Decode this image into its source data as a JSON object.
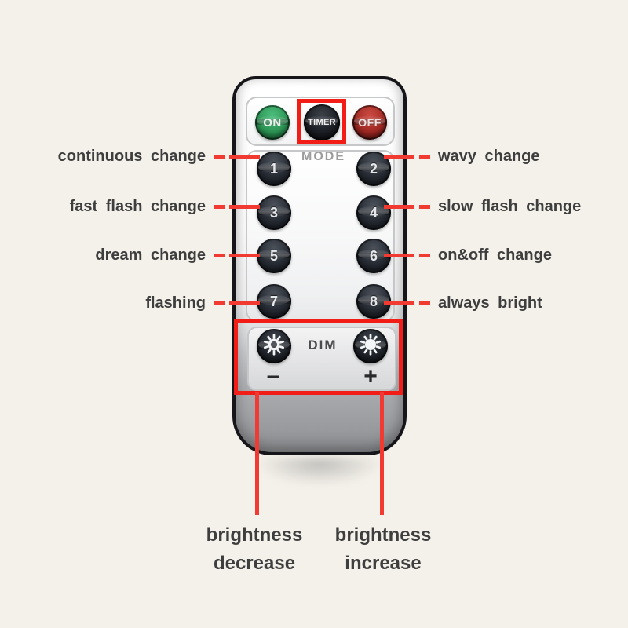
{
  "colors": {
    "background": "#f4f1ea",
    "annotation_red": "#f21d17",
    "on_button_green": "#2c9554",
    "off_button_red": "#a02823",
    "mode_button_dark": "#262b33",
    "label_text": "#3e3e3e"
  },
  "remote": {
    "power_buttons": {
      "on": "ON",
      "timer": "TIMER",
      "off": "OFF"
    },
    "mode_label": "MODE",
    "mode_buttons": [
      "1",
      "2",
      "3",
      "4",
      "5",
      "6",
      "7",
      "8"
    ],
    "dim": {
      "label": "DIM",
      "minus": "−",
      "plus": "+"
    }
  },
  "annotations": {
    "left": [
      {
        "label": "continuous change",
        "target_button": "1"
      },
      {
        "label": "fast flash change",
        "target_button": "3"
      },
      {
        "label": "dream change",
        "target_button": "5"
      },
      {
        "label": "flashing",
        "target_button": "7"
      }
    ],
    "right": [
      {
        "label": "wavy change",
        "target_button": "2"
      },
      {
        "label": "slow flash change",
        "target_button": "4"
      },
      {
        "label": "on&off change",
        "target_button": "6"
      },
      {
        "label": "always bright",
        "target_button": "8"
      }
    ],
    "bottom": [
      {
        "line1": "brightness",
        "line2": "decrease",
        "target": "dim-minus"
      },
      {
        "line1": "brightness",
        "line2": "increase",
        "target": "dim-plus"
      }
    ]
  }
}
